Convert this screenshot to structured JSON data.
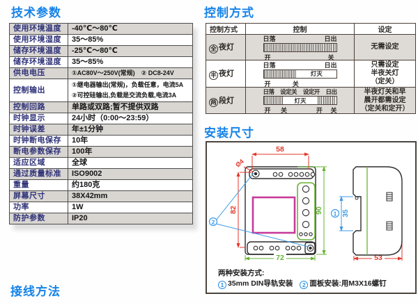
{
  "titles": {
    "tech": "技术参数",
    "control": "控制方式",
    "install": "安装尺寸",
    "wiring": "接线方法"
  },
  "tech_table": {
    "rows": [
      {
        "label": "使用环境温度",
        "value": "-40℃～80℃"
      },
      {
        "label": "使用环境湿度",
        "value": "35～85%"
      },
      {
        "label": "储存环境温度",
        "value": "-25℃～80℃"
      },
      {
        "label": "储存环境湿度",
        "value": "35～85%"
      },
      {
        "label": "供电电压",
        "value": "①AC80V～250V(常规)　② DC8-24V"
      },
      {
        "label": "控制输出",
        "value": "①继电器输出(常规)，负载任意，电流5A",
        "value2": "②可控硅输出,负载是交流负载,电流3A"
      },
      {
        "label": "控制回路",
        "value": "单路或双路;暂不提供双路"
      },
      {
        "label": "时钟显示",
        "value": "24小时（0:00～23:59）"
      },
      {
        "label": "时钟误差",
        "value": "年±1分钟"
      },
      {
        "label": "时钟断电保存",
        "value": "10年"
      },
      {
        "label": "断电参数保存",
        "value": "100年"
      },
      {
        "label": "适应区域",
        "value": "全球"
      },
      {
        "label": "通过质量标准",
        "value": "ISO9002"
      },
      {
        "label": "重量",
        "value": "约180克"
      },
      {
        "label": "屏幕尺寸",
        "value": "38X42mm"
      },
      {
        "label": "功率",
        "value": "1W"
      },
      {
        "label": "防护参数",
        "value": "IP20"
      }
    ]
  },
  "control_table": {
    "headers": [
      "控制方式",
      "控制",
      "设定"
    ],
    "rows": [
      {
        "mode_circle": "全",
        "mode_text": "夜灯",
        "label_left": "日落",
        "label_right": "日出",
        "on": "开",
        "off": "关",
        "setting1": "无需设定"
      },
      {
        "mode_circle": "半",
        "mode_text": "夜灯",
        "label_left": "日落",
        "label_right": "日出",
        "bar_text": "灯灭",
        "on": "开",
        "off": "关",
        "setting1": "只需设定",
        "setting2": "半夜关灯",
        "setting3": "（定关）"
      },
      {
        "mode_circle": "两",
        "mode_text": "段灯",
        "labels": [
          "日落",
          "设定关",
          "设定开",
          "日出"
        ],
        "bar_text": "灯灭",
        "bottom": [
          "开",
          "关",
          "开",
          "关"
        ],
        "setting1": "半夜灯关和早",
        "setting2": "晨开都需设定",
        "setting3": "（定关和定开）"
      }
    ]
  },
  "drawing": {
    "dim_58": "58",
    "dim_d4": "Ø4",
    "dim_82": "82",
    "dim_90": "90",
    "dim_72": "72",
    "dim_53": "53",
    "dim_35": "35",
    "callout_1": "1",
    "callout_2": "2"
  },
  "note": {
    "heading": "两种安装方式:",
    "item1_num": "1",
    "item1": "35mm DIN导轨安装",
    "item2_num": "2",
    "item2": "面板安装:用M3X16螺钉"
  }
}
